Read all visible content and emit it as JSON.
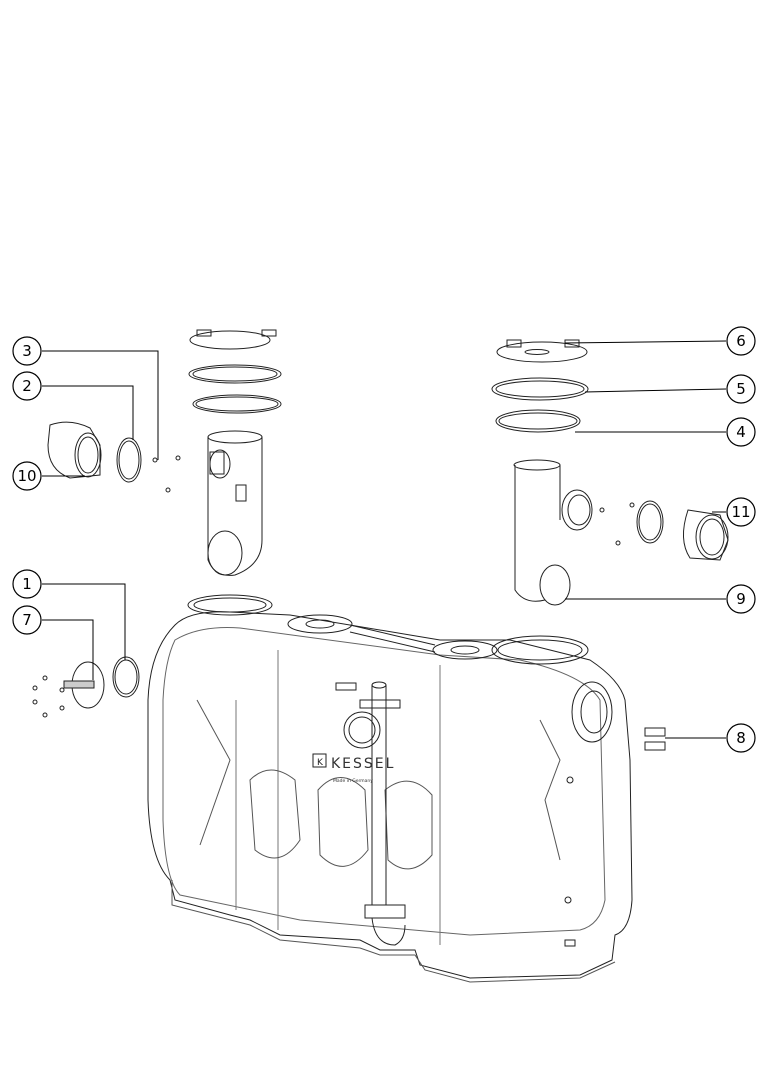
{
  "diagram": {
    "type": "exploded-parts-drawing",
    "logo_text": "KESSEL",
    "small_label": "Made in Germany",
    "callouts": [
      {
        "number": "1"
      },
      {
        "number": "2"
      },
      {
        "number": "3"
      },
      {
        "number": "4"
      },
      {
        "number": "5"
      },
      {
        "number": "6"
      },
      {
        "number": "7"
      },
      {
        "number": "8"
      },
      {
        "number": "9"
      },
      {
        "number": "10"
      },
      {
        "number": "11"
      }
    ]
  }
}
